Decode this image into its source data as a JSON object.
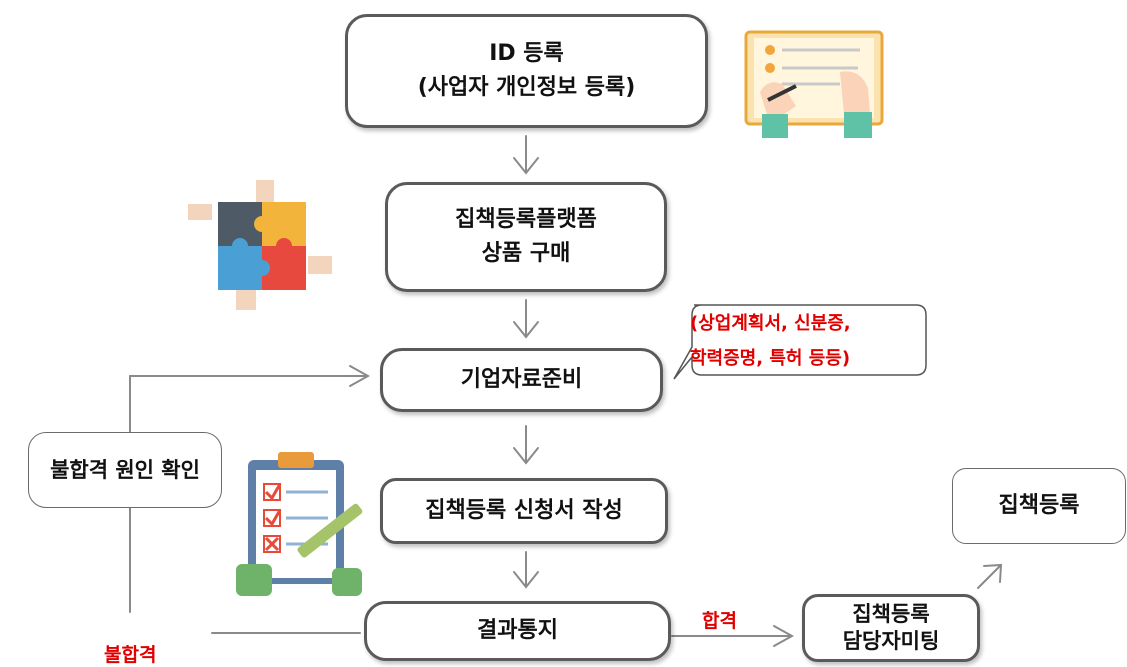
{
  "steps": {
    "id_register": {
      "line1": "ID 등록",
      "line2": "(사업자 개인정보 등록)"
    },
    "platform": {
      "line1": "집책등록플랫폼",
      "line2": "상품 구매"
    },
    "prepare": {
      "label": "기업자료준비"
    },
    "application": {
      "label": "집책등록 신청서 작성"
    },
    "result": {
      "label": "결과통지"
    },
    "meeting": {
      "line1": "집책등록",
      "line2": "담당자미팅"
    },
    "final": {
      "label": "집책등록"
    },
    "fail_check": {
      "label": "불합격 원인 확인"
    }
  },
  "callout": {
    "line1": "(상업계획서, 신분증,",
    "line2": "학력증명, 특허 등등)"
  },
  "labels": {
    "pass": "합격",
    "fail": "불합격"
  },
  "icons": [
    "document-signing-icon",
    "puzzle-hands-icon",
    "checklist-clipboard-icon"
  ],
  "colors": {
    "accent_red": "#e10000",
    "box_border": "#5a5a5a",
    "arrow": "#8a8a8a"
  }
}
